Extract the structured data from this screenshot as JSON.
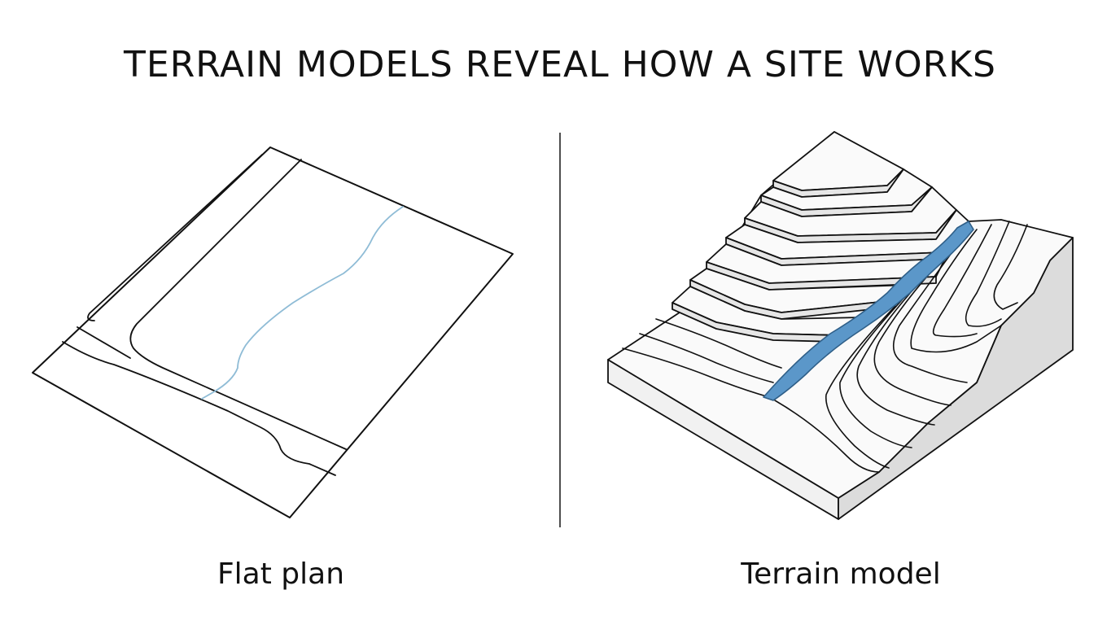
{
  "title": "TERRAIN MODELS REVEAL HOW A SITE WORKS",
  "panels": [
    {
      "caption": "Flat plan"
    },
    {
      "caption": "Terrain model"
    }
  ],
  "colors": {
    "ink": "#111111",
    "stream": "#5b97c9",
    "stream_outline": "#2f5f88",
    "thin_stream": "#8fbcd6",
    "block_side_light": "#f1f1f1",
    "block_side_dark": "#dcdcdc",
    "top_surface": "#fafafa"
  }
}
